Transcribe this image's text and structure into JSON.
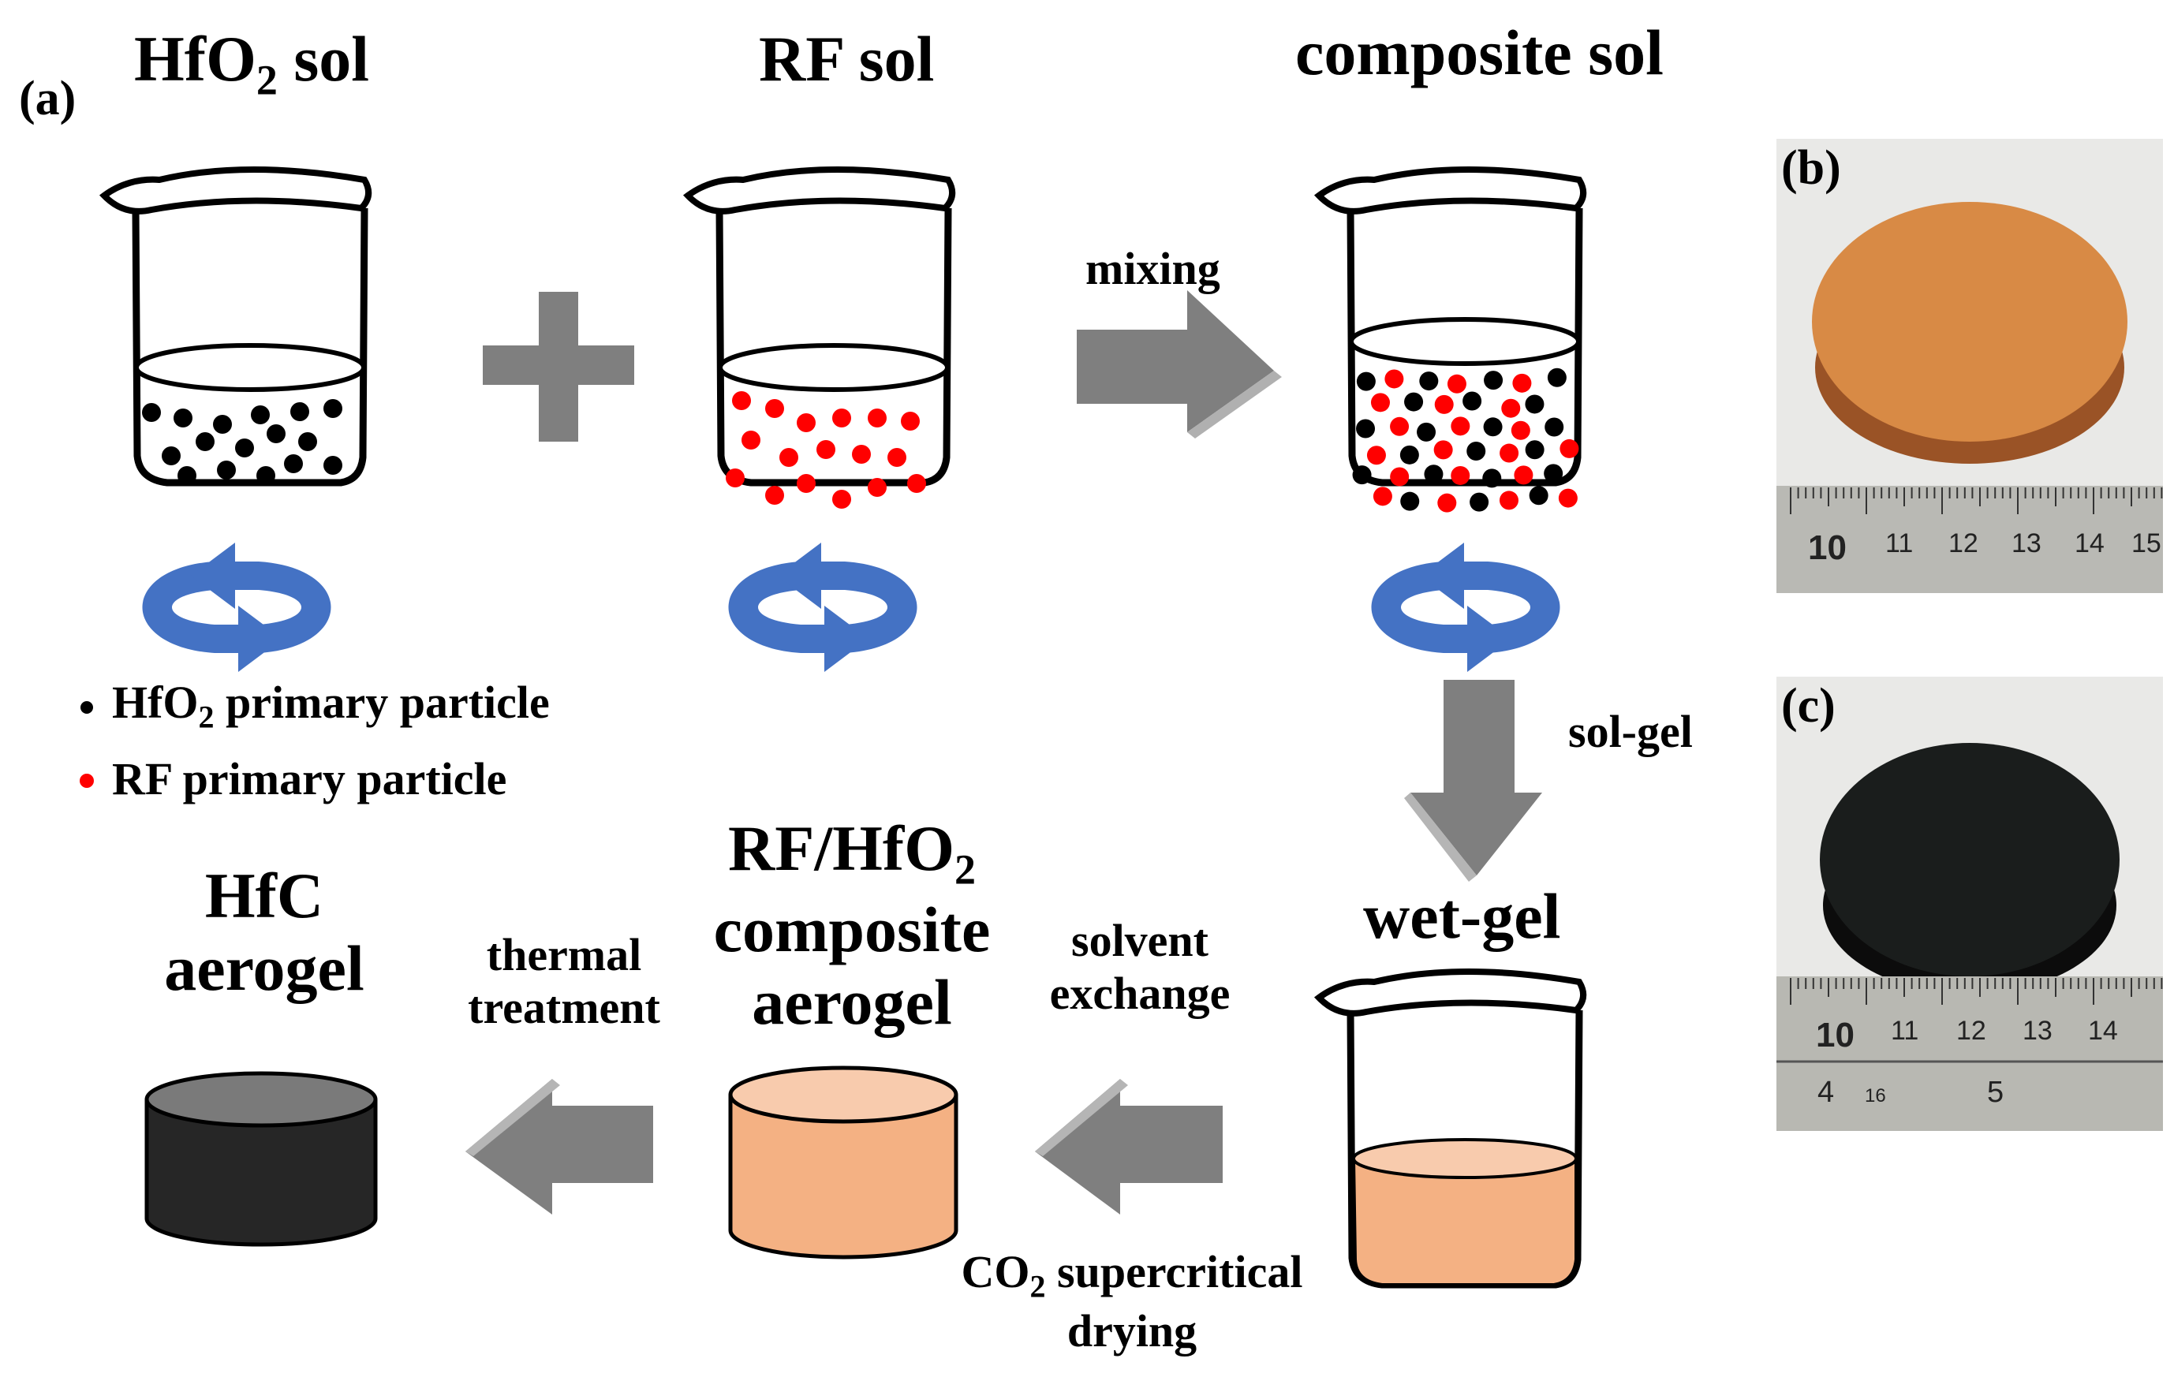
{
  "panel_a": {
    "label": "(a)"
  },
  "titles": {
    "hfo2_sol_main": "HfO",
    "hfo2_sol_sub": "2",
    "hfo2_sol_tail": " sol",
    "rf_sol": "RF sol",
    "composite_sol": "composite sol",
    "wet_gel": "wet-gel",
    "rfhfo2_line1_main": "RF/HfO",
    "rfhfo2_line1_sub": "2",
    "rfhfo2_line2": "composite",
    "rfhfo2_line3": "aerogel",
    "hfc_line1": "HfC",
    "hfc_line2": "aerogel"
  },
  "steps": {
    "mixing": "mixing",
    "sol_gel": "sol-gel",
    "solvent_exchange_1": "solvent",
    "solvent_exchange_2": "exchange",
    "co2_main": "CO",
    "co2_sub": "2",
    "co2_tail": " supercritical",
    "co2_line2": "drying",
    "thermal_1": "thermal",
    "thermal_2": "treatment"
  },
  "legend": {
    "hfo2_main": "HfO",
    "hfo2_sub": "2",
    "hfo2_tail": " primary particle",
    "rf": "RF primary particle"
  },
  "photos": {
    "b_label": "(b)",
    "c_label": "(c)",
    "ruler_b": [
      "10",
      "11",
      "12",
      "13",
      "14",
      "15"
    ],
    "ruler_c_top": [
      "10",
      "11",
      "12",
      "13",
      "14"
    ],
    "ruler_c_bottom": [
      "4",
      "16",
      "5"
    ]
  },
  "colors": {
    "arrow_gray": "#7f7f7f",
    "stir_blue": "#4472c4",
    "hfo2_particle": "#000000",
    "rf_particle": "#ff0000",
    "gel_fill": "#f4b183",
    "hfc_body": "#262626"
  }
}
